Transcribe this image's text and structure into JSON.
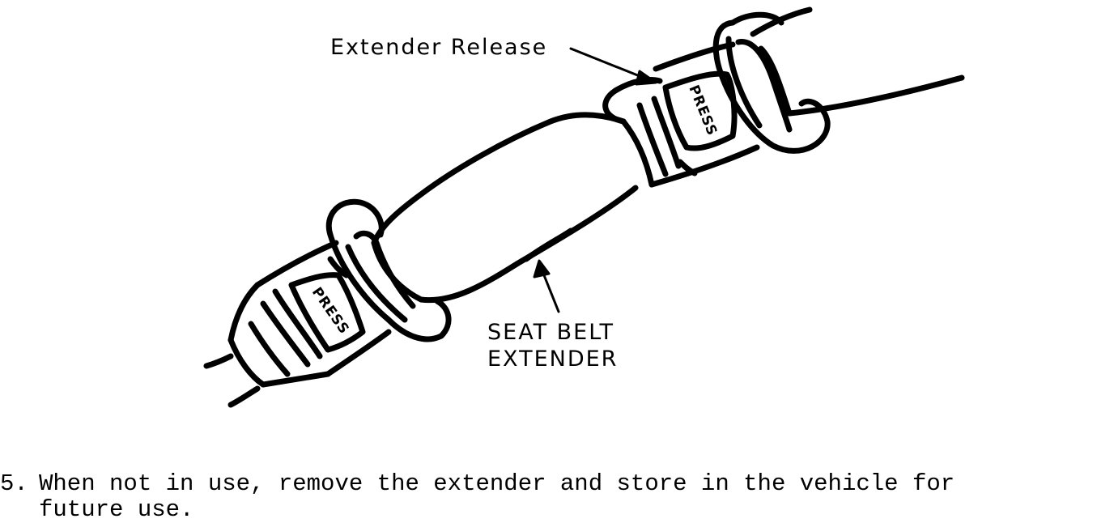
{
  "figure": {
    "callouts": {
      "extender_release": "Extender Release",
      "seat_belt_extender_line1": "SEAT BELT",
      "seat_belt_extender_line2": "EXTENDER"
    },
    "button_labels": {
      "upper": "PRESS",
      "lower": "PRESS"
    }
  },
  "instruction": {
    "number": "5.",
    "line1": "When not in use, remove the extender and store in the vehicle for",
    "line2": "future use."
  }
}
